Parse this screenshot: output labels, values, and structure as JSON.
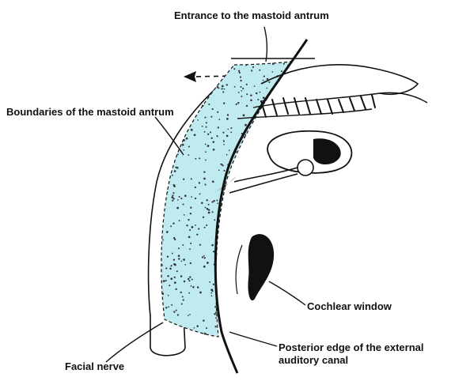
{
  "labels": {
    "entrance": "Entrance to the mastoid antrum",
    "boundaries": "Boundaries of the mastoid antrum",
    "cochlear": "Cochlear window",
    "facial": "Facial nerve",
    "posterior_line1": "Posterior edge of the external",
    "posterior_line2": "auditory canal"
  },
  "colors": {
    "antrum_fill": "#bfeaf0",
    "ink": "#111111"
  }
}
